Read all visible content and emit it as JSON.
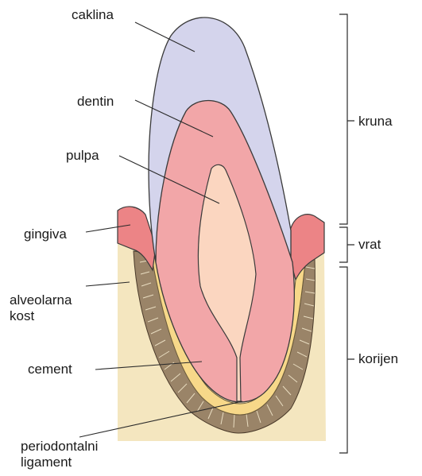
{
  "labels": {
    "caklina": "caklina",
    "dentin": "dentin",
    "pulpa": "pulpa",
    "gingiva": "gingiva",
    "alveolarna_kost": [
      "alveolarna",
      "kost"
    ],
    "cement": "cement",
    "periodontalni_ligament": [
      "periodontalni",
      "ligament"
    ]
  },
  "regions": {
    "kruna": "kruna",
    "vrat": "vrat",
    "korijen": "korijen"
  },
  "colors": {
    "enamel": "#d4d4ec",
    "dentin": "#f2a6a8",
    "pulp": "#fbd6c0",
    "gingiva": "#ec8486",
    "bone": "#f4e6bf",
    "cementum": "#f7d889",
    "ligament": "#9a8468",
    "outline": "#3a3a3a"
  }
}
